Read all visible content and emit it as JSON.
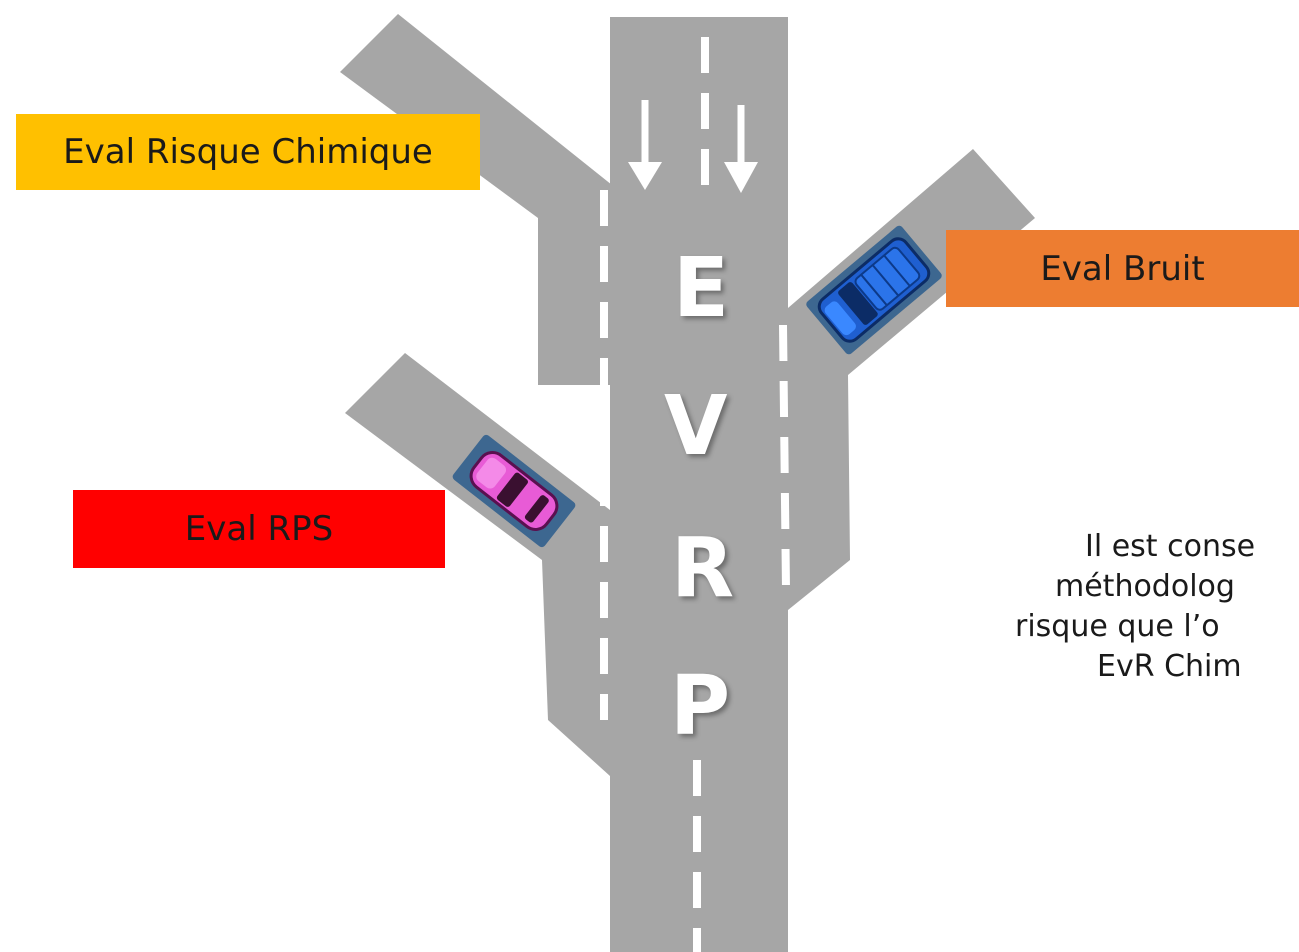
{
  "colors": {
    "road": "#a6a6a6",
    "lane_marking": "#ffffff",
    "chem_box": "#ffc000",
    "bruit_box": "#ed7d31",
    "rps_box": "#ff0000",
    "car_blue": "#1f5fd0",
    "car_pink": "#e85bd6",
    "car_shadow_box": "#3d6790"
  },
  "labels": {
    "chem": "Eval Risque Chimique",
    "bruit": "Eval Bruit",
    "rps": "Eval RPS"
  },
  "evrp": [
    "E",
    "V",
    "R",
    "P"
  ],
  "note": {
    "line1": "Il est conse",
    "line2": "méthodolog",
    "line3": "risque que l’o",
    "line4": "EvR Chim"
  },
  "icons": {
    "arrow": "down-arrow-icon",
    "car_blue": "blue-car-icon",
    "car_pink": "pink-car-icon"
  }
}
